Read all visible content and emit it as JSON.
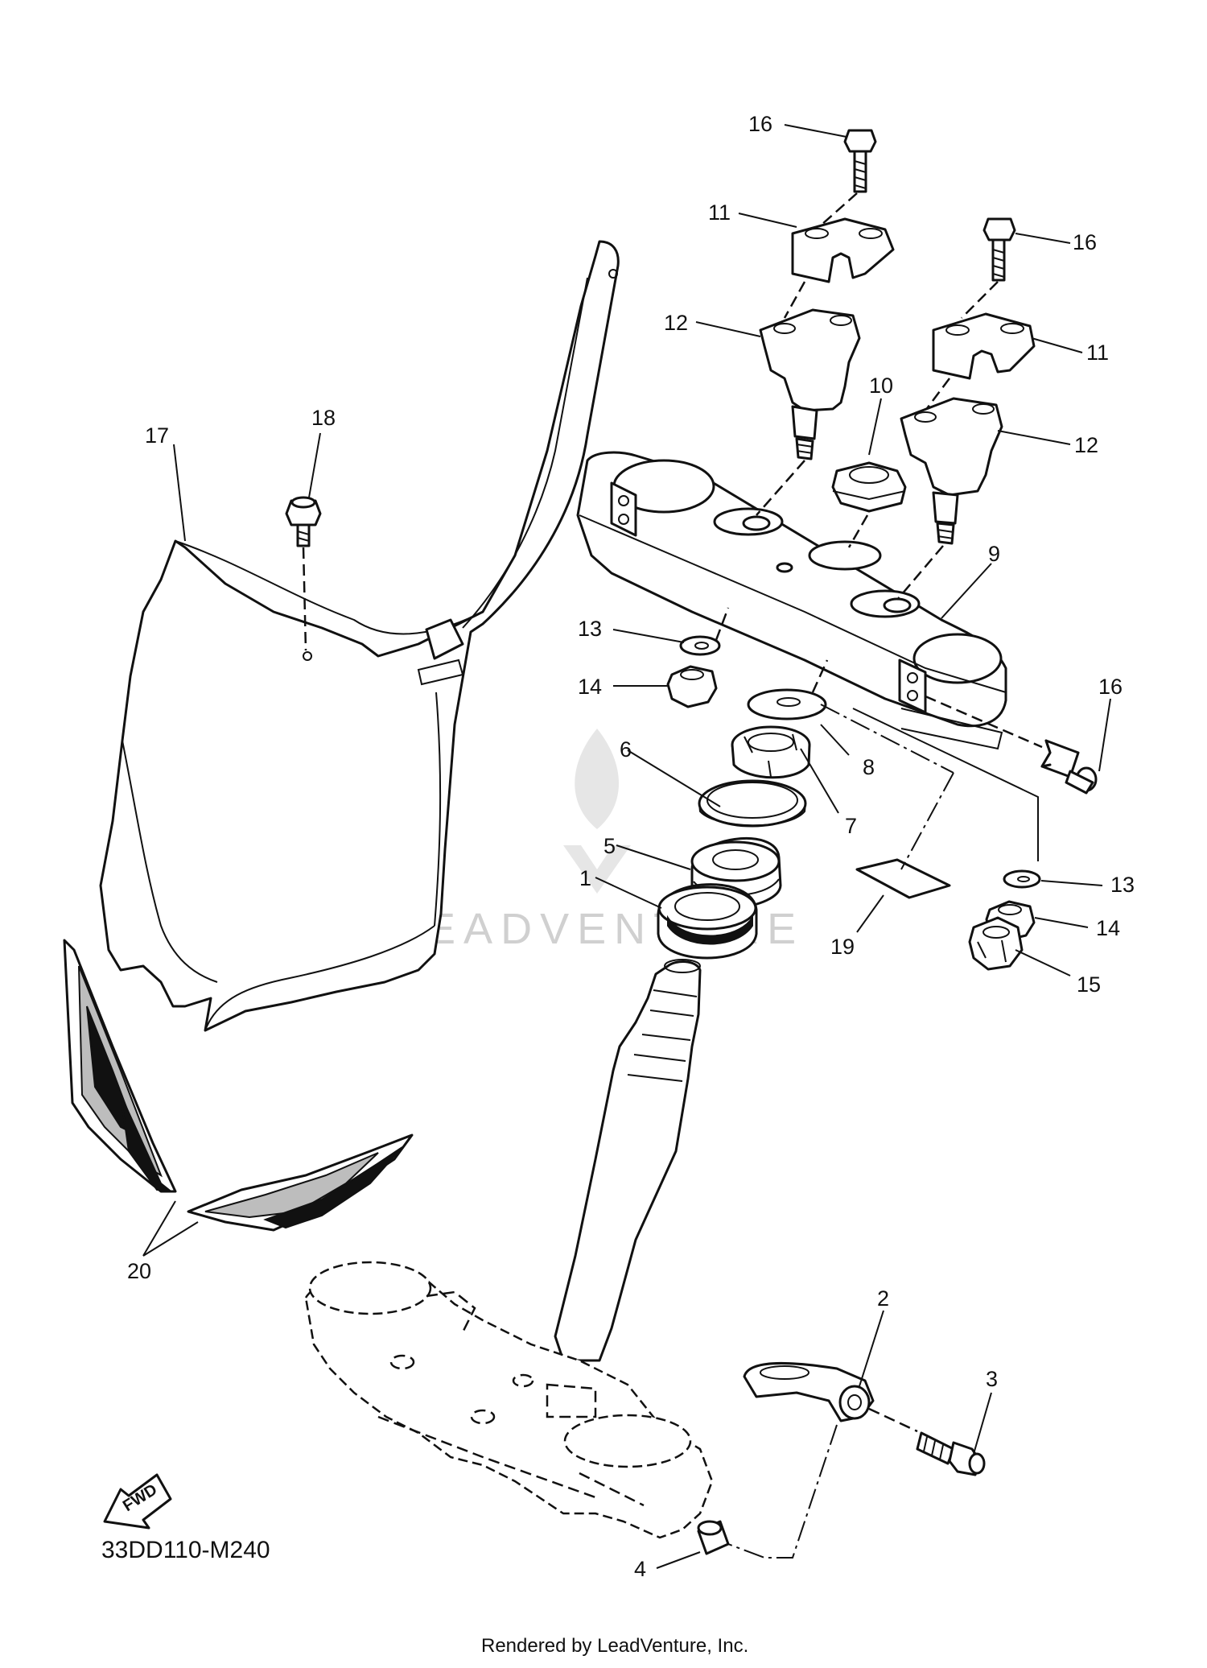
{
  "diagram": {
    "callouts": {
      "c1": "1",
      "c2": "2",
      "c3": "3",
      "c4": "4",
      "c5": "5",
      "c6": "6",
      "c7": "7",
      "c8": "8",
      "c9": "9",
      "c10": "10",
      "c11a": "11",
      "c11b": "11",
      "c12a": "12",
      "c12b": "12",
      "c13a": "13",
      "c13b": "13",
      "c14a": "14",
      "c14b": "14",
      "c15": "15",
      "c16a": "16",
      "c16b": "16",
      "c16c": "16",
      "c17": "17",
      "c18": "18",
      "c19": "19",
      "c20": "20"
    },
    "fwd_label": "FWD",
    "diagram_code": "33DD110-M240",
    "watermark": "LEADVENTURE",
    "footer": "Rendered by LeadVenture, Inc."
  }
}
